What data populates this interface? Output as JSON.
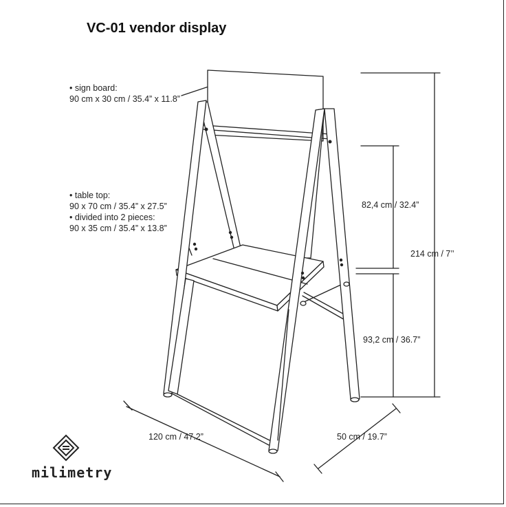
{
  "title": "VC-01 vendor display",
  "annotations": {
    "sign_board": [
      "• sign board:",
      "90 cm x 30 cm / 35.4” x 11.8”"
    ],
    "table_top": [
      "• table top:",
      "90 x 70 cm / 35.4” x 27.5”",
      "• divided into 2 pieces:",
      "90 x 35 cm / 35.4” x 13.8”"
    ]
  },
  "dimensions": {
    "upper_height": "82,4 cm / 32.4”",
    "lower_height": "93,2 cm / 36.7”",
    "total_height": "214 cm / 7’’",
    "width": "120 cm / 47.2”",
    "depth": "50 cm / 19.7”"
  },
  "brand": {
    "name": "milimetry",
    "icon": "diamond-logo-icon"
  },
  "colors": {
    "line": "#222222",
    "background": "#ffffff"
  }
}
